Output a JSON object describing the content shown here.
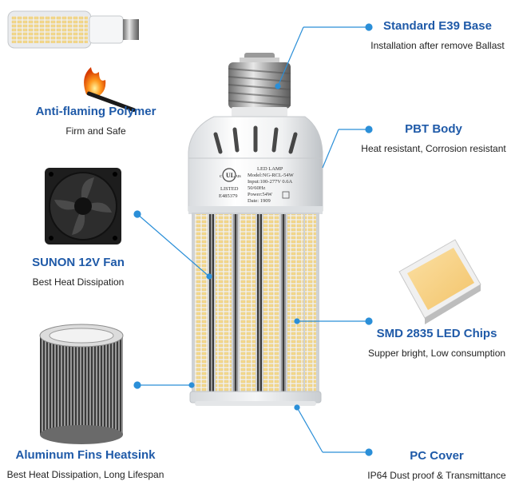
{
  "features": {
    "e39": {
      "title": "Standard E39 Base",
      "subtitle": "Installation after remove Ballast"
    },
    "pbt": {
      "title": "PBT Body",
      "subtitle": "Heat resistant, Corrosion resistant"
    },
    "smd": {
      "title": "SMD 2835 LED Chips",
      "subtitle": "Supper bright, Low consumption"
    },
    "pc": {
      "title": "PC Cover",
      "subtitle": "IP64 Dust proof & Transmittance"
    },
    "polymer": {
      "title": "Anti-flaming Polymer",
      "subtitle": "Firm and Safe"
    },
    "fan": {
      "title": "SUNON 12V Fan",
      "subtitle": "Best Heat Dissipation"
    },
    "heatsink": {
      "title": "Aluminum Fins Heatsink",
      "subtitle": "Best Heat Dissipation, Long Lifespan"
    }
  },
  "lamp_label": {
    "line1": "LED LAMP",
    "line2": "Model:NG-RCL-54W",
    "line3": "Input:100-277V 0.6A",
    "line4": "50/60Hz",
    "line5": "Power:54W",
    "line6": "Date:   1909",
    "ul_mark": "UL",
    "ul_c": "c",
    "ul_us": "us",
    "listed": "LISTED",
    "file_no": "E485379"
  },
  "colors": {
    "title": "#1f5aa8",
    "dot": "#2b8fd8",
    "line": "#2b8fd8"
  }
}
